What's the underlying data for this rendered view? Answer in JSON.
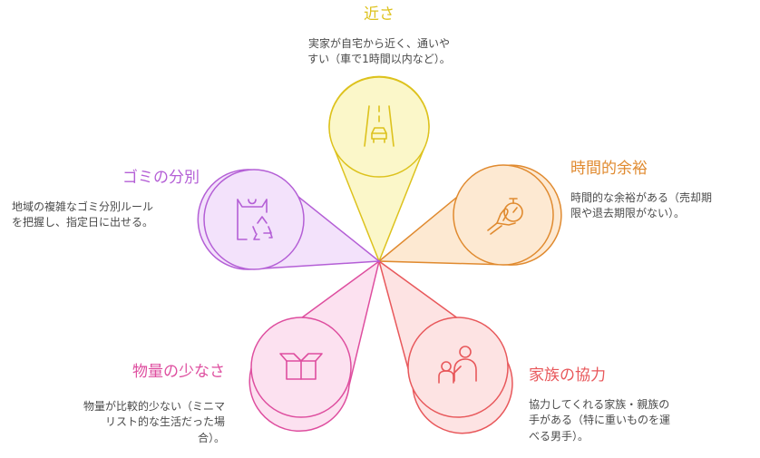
{
  "nodes": [
    {
      "id": "proximity",
      "title": "近さ",
      "description": [
        "実家が自宅から近く、通いや",
        "すい（車で1時間以内など）。"
      ],
      "color": "#ddc21d",
      "fill": "#fbf7c9",
      "icon": "car-road-icon"
    },
    {
      "id": "time",
      "title": "時間的余裕",
      "description": [
        "時間的な余裕がある（売却期",
        "限や退去期限がない）。"
      ],
      "color": "#e08a2f",
      "fill": "#fde9d2",
      "icon": "hand-stopwatch-icon"
    },
    {
      "id": "family",
      "title": "家族の協力",
      "description": [
        "協力してくれる家族・親族の",
        "手がある（特に重いものを運",
        "べる男手）。"
      ],
      "color": "#e8585b",
      "fill": "#fde3e3",
      "icon": "people-icon"
    },
    {
      "id": "belongings",
      "title": "物量の少なさ",
      "description": [
        "物量が比較的少ない（ミニマ",
        "リスト的な生活だった場",
        "合）。"
      ],
      "color": "#de4e9f",
      "fill": "#fce1f0",
      "icon": "open-box-icon"
    },
    {
      "id": "garbage",
      "title": "ゴミの分別",
      "description": [
        "地域の複雑なゴミ分別ルール",
        "を把握し、指定日に出せる。"
      ],
      "color": "#b45fd6",
      "fill": "#f3e2fb",
      "icon": "recycle-bag-icon"
    }
  ]
}
